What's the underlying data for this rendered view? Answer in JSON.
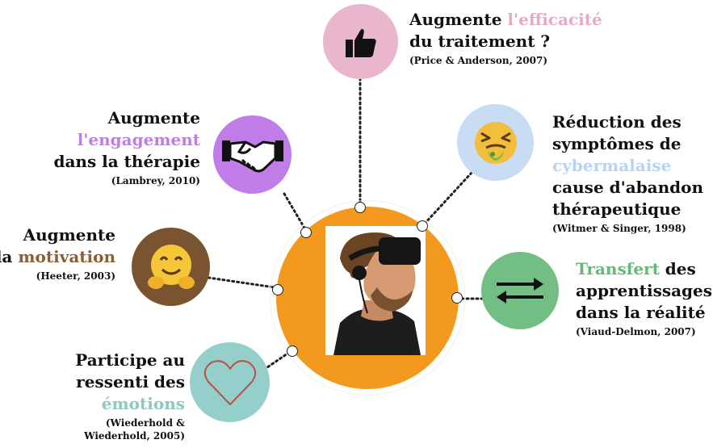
{
  "colors": {
    "center": "#f39a1e",
    "pink": "#e9a9c6",
    "purple": "#c07de8",
    "brown": "#7a5430",
    "light_blue": "#c8dcf3",
    "green": "#73be84",
    "teal": "#95cfcb"
  },
  "center": {
    "icon": "vr-headset-person-icon"
  },
  "nodes": {
    "efficacy": {
      "icon": "thumbs-up-icon",
      "pre": "Augmente ",
      "highlight": "l'efficacité",
      "line2": "du traitement ?",
      "cite": "(Price & Anderson, 2007)"
    },
    "engagement": {
      "icon": "handshake-icon",
      "line1": "Augmente",
      "highlight": "l'engagement",
      "line3": "dans la thérapie",
      "cite": "(Lambrey, 2010)"
    },
    "motivation": {
      "icon": "hugging-face-icon",
      "line1": "Augmente",
      "pre": "la ",
      "highlight": "motivation",
      "cite": "(Heeter, 2003)"
    },
    "emotions": {
      "icon": "heart-icon",
      "line1": "Participe au",
      "line2": "ressenti des",
      "highlight": "émotions",
      "cite1": "(Wiederhold &",
      "cite2": "Wiederhold, 2005)"
    },
    "cybersickness": {
      "icon": "nauseated-face-icon",
      "line1": "Réduction des",
      "line2": "symptômes de",
      "highlight": "cybermalaise",
      "line4": "cause d'abandon",
      "line5": "thérapeutique",
      "cite": "(Witmer & Singer, 1998)"
    },
    "transfer": {
      "icon": "swap-arrows-icon",
      "highlight": "Transfert",
      "post": " des",
      "line2": "apprentissages",
      "line3": "dans la réalité",
      "cite": "(Viaud-Delmon, 2007)"
    }
  }
}
